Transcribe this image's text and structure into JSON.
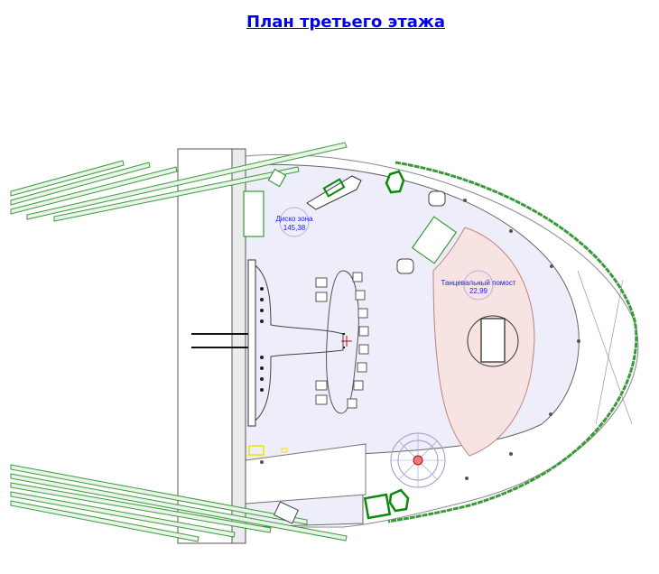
{
  "page": {
    "title": "План третьего этажа"
  },
  "rooms": [
    {
      "name": "Диско зона",
      "area": "145,38"
    },
    {
      "name": "Танцевальный помост",
      "area": "22,99"
    }
  ],
  "colors": {
    "link": "#0000ee",
    "floor": "#eeeefb",
    "stage": "#f7e3e1",
    "label": "#1a1aff",
    "rail_green": "#3a9a3a",
    "furniture_green": "#0a8a0a",
    "accent_yellow": "#f0e000",
    "marker_red": "#d00000"
  },
  "icons": [
    "compass-marker-icon",
    "spiral-stair-icon",
    "boat-icon"
  ]
}
